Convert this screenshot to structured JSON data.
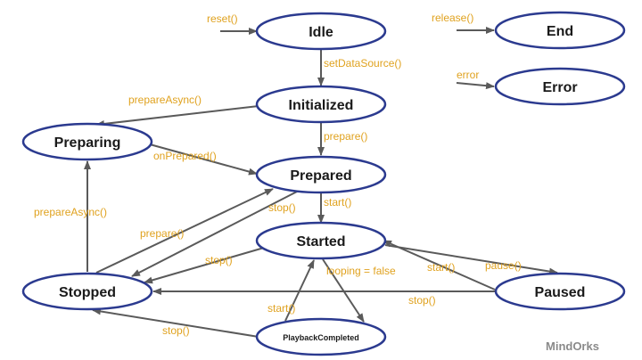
{
  "colors": {
    "state_stroke": "#2b3a8f",
    "edge": "#5a5a5a",
    "label": "#e0a21f",
    "watermark": "#8a8a8a"
  },
  "states": {
    "idle": "Idle",
    "end": "End",
    "error": "Error",
    "initialized": "Initialized",
    "preparing": "Preparing",
    "prepared": "Prepared",
    "started": "Started",
    "stopped": "Stopped",
    "paused": "Paused",
    "playback_completed": "PlaybackCompleted"
  },
  "transitions": {
    "reset": "reset()",
    "release": "release()",
    "error": "error",
    "set_data_source": "setDataSource()",
    "prepare_async_from_initialized": "prepareAsync()",
    "prepare_from_initialized": "prepare()",
    "on_prepared": "onPrepared()",
    "prepare_async_from_stopped": "prepareAsync()",
    "start_from_prepared": "start()",
    "stop_from_prepared": "stop()",
    "prepare_from_stopped": "prepare()",
    "stop_from_started": "stop()",
    "looping_false": "looping = false",
    "start_from_paused": "start()",
    "pause": "pause()",
    "stop_from_paused": "stop()",
    "start_from_completed": "start()",
    "stop_from_completed": "stop()"
  },
  "watermark": "MindOrks"
}
